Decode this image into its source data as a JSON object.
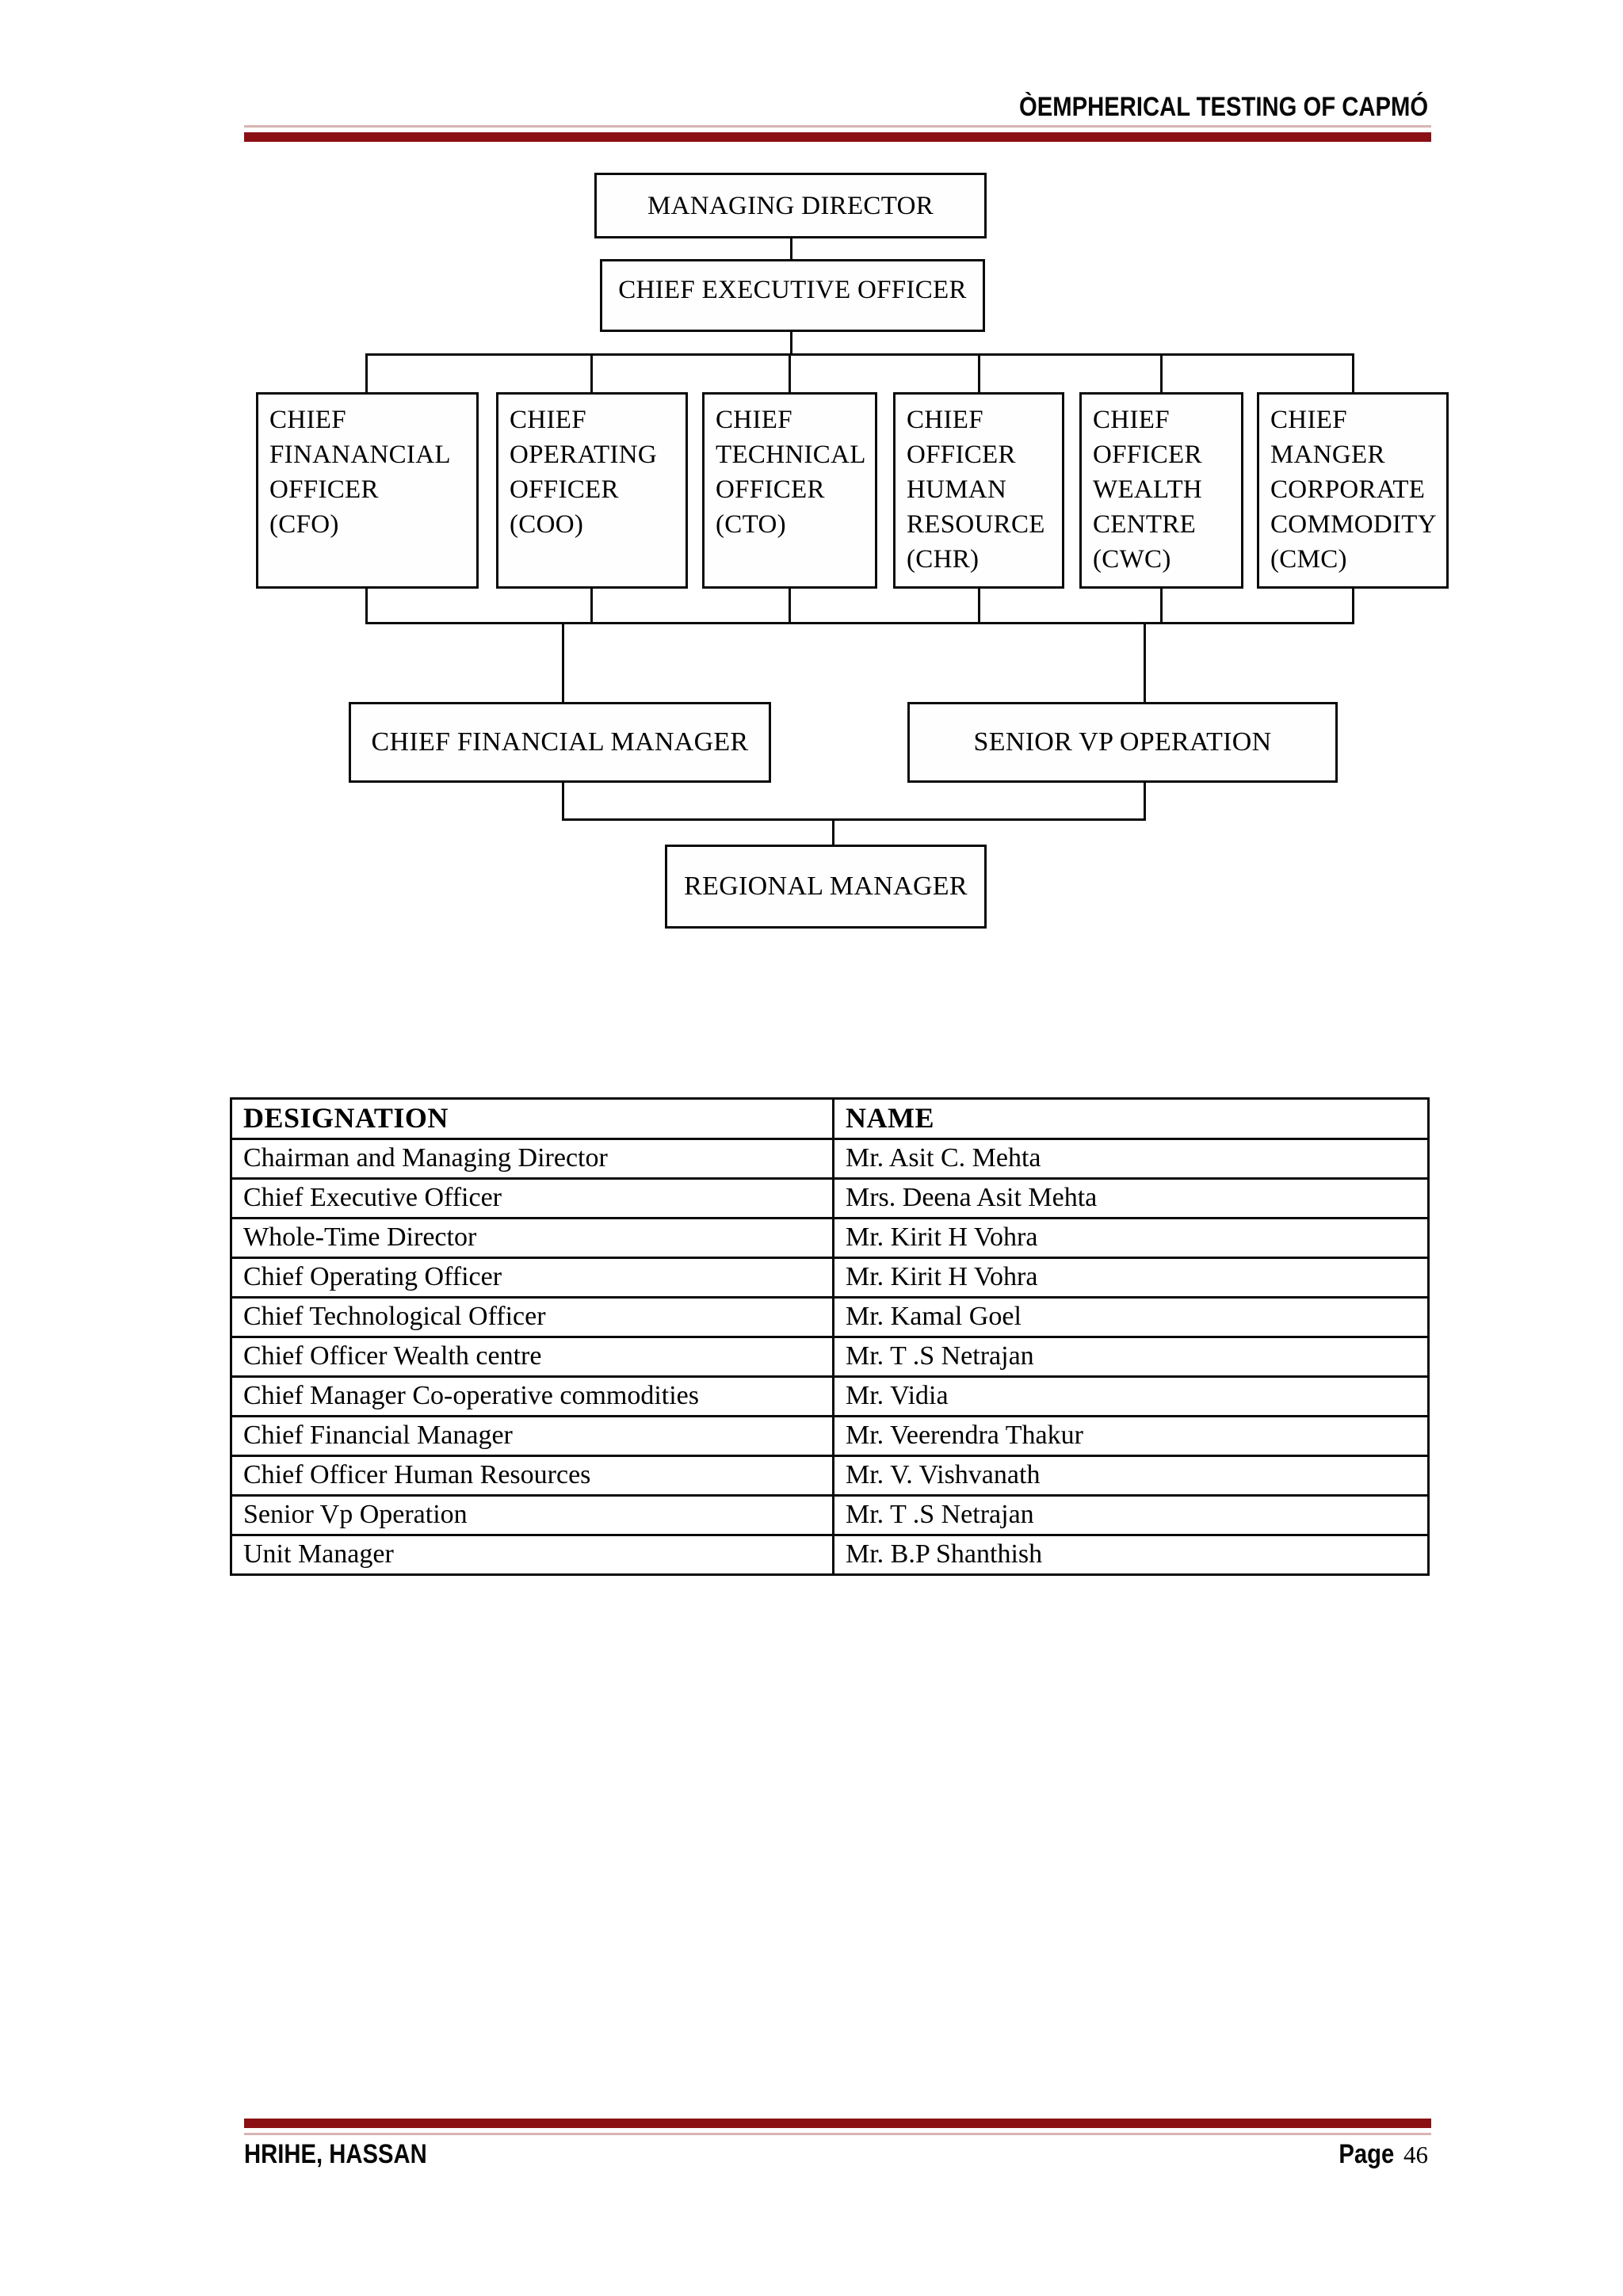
{
  "header": {
    "title": "ÒEMPHERICAL TESTING OF CAPMÓ"
  },
  "org_chart": {
    "managing_director": "MANAGING DIRECTOR",
    "chief_executive_officer": "CHIEF EXECUTIVE OFFICER",
    "cfo": [
      "CHIEF",
      "FINANANCIAL",
      "OFFICER",
      "(CFO)"
    ],
    "coo": [
      "CHIEF",
      "OPERATING",
      "OFFICER",
      "(COO)"
    ],
    "cto": [
      "CHIEF",
      "TECHNICAL",
      "OFFICER",
      "(CTO)"
    ],
    "chr": [
      "CHIEF",
      "OFFICER",
      "HUMAN",
      "RESOURCE",
      "(CHR)"
    ],
    "cwc": [
      "CHIEF",
      "OFFICER",
      "WEALTH",
      "CENTRE",
      "(CWC)"
    ],
    "cmc": [
      "CHIEF",
      "MANGER",
      "CORPORATE",
      "COMMODITY",
      "(CMC)"
    ],
    "chief_financial_manager": "CHIEF FINANCIAL MANAGER",
    "senior_vp_operation": "SENIOR VP OPERATION",
    "regional_manager": "REGIONAL MANAGER"
  },
  "table": {
    "headers": [
      "DESIGNATION",
      "NAME"
    ],
    "rows": [
      [
        "Chairman and Managing Director",
        "Mr. Asit C. Mehta"
      ],
      [
        "Chief Executive Officer",
        "Mrs. Deena Asit Mehta"
      ],
      [
        "Whole-Time Director",
        "Mr. Kirit H Vohra"
      ],
      [
        "Chief Operating Officer",
        "Mr. Kirit H Vohra"
      ],
      [
        "Chief Technological Officer",
        "Mr. Kamal Goel"
      ],
      [
        "Chief Officer Wealth centre",
        "Mr. T .S Netrajan"
      ],
      [
        "Chief Manager Co-operative commodities",
        "Mr. Vidia"
      ],
      [
        "Chief Financial Manager",
        "Mr. Veerendra Thakur"
      ],
      [
        "Chief Officer Human Resources",
        "Mr. V. Vishvanath"
      ],
      [
        "Senior Vp Operation",
        "Mr. T .S Netrajan"
      ],
      [
        "Unit Manager",
        "Mr. B.P Shanthish"
      ]
    ]
  },
  "footer": {
    "author": "HRIHE, HASSAN",
    "page_label": "Page",
    "page_number": "46"
  },
  "colors": {
    "accent_rule": "#8B1014",
    "rule_thin": "#D8B4B4",
    "line": "#0A0A0A"
  }
}
